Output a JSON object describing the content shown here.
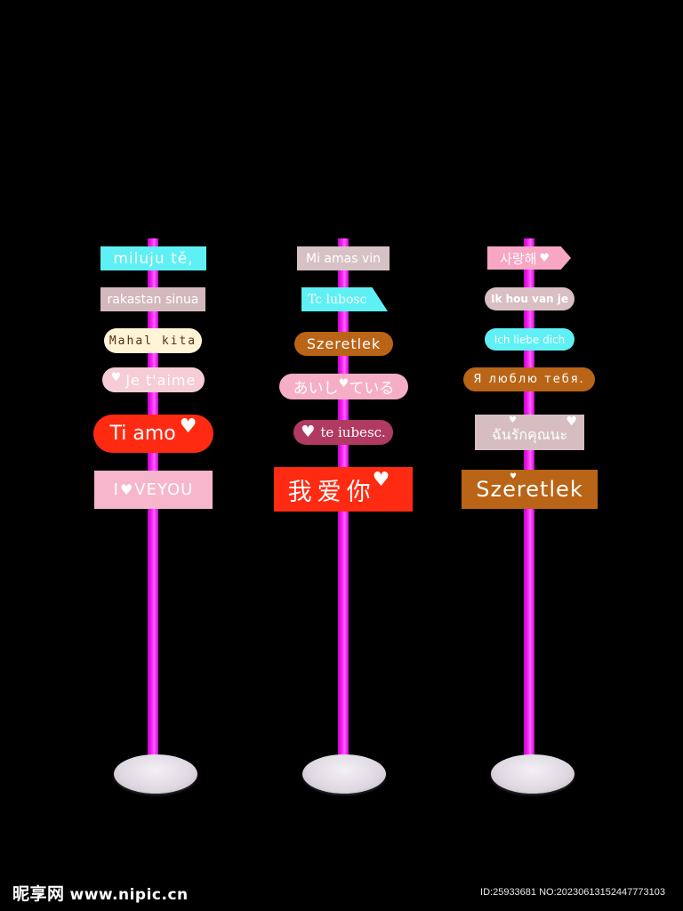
{
  "colors": {
    "background": "#000000",
    "pole": "#ff22ff",
    "base": "#e2dce6"
  },
  "signs": {
    "left": [
      {
        "text": "miluju tě,",
        "bg": "#5ef0f4",
        "fg": "#ffffff"
      },
      {
        "text": "rakastan sinua",
        "bg": "#d3b8bd",
        "fg": "#ffffff"
      },
      {
        "text": "Mahal kita",
        "bg": "#fff4d6",
        "fg": "#5a2d10"
      },
      {
        "text": "Je t'aime",
        "bg": "#f6ccd7",
        "fg": "#ffffff"
      },
      {
        "text": "Ti amo",
        "bg": "#ff2a12",
        "fg": "#ffffff"
      },
      {
        "text": "I",
        "text2": "VEYOU",
        "bg": "#f7b6cc",
        "fg": "#ffffff"
      }
    ],
    "middle": [
      {
        "text": "Mi amas vin",
        "bg": "#d6c1c5",
        "fg": "#ffffff"
      },
      {
        "text": "Tc lubosc",
        "bg": "#5ef0f4",
        "fg": "#ffffff"
      },
      {
        "text": "Szeretlek",
        "bg": "#b96416",
        "fg": "#ffffff"
      },
      {
        "text": "あいし",
        "text2": "ている",
        "bg": "#f5aec6",
        "fg": "#ffffff"
      },
      {
        "text": "te iubesc.",
        "bg": "#b03a62",
        "fg": "#ffffff"
      },
      {
        "text": "我爱你",
        "bg": "#ff2a12",
        "fg": "#ffffff"
      }
    ],
    "right": [
      {
        "text": "사랑해",
        "bg": "#f7a6c4",
        "fg": "#ffffff"
      },
      {
        "text": "Ik hou van je",
        "bg": "#d9bec2",
        "fg": "#ffffff"
      },
      {
        "text": "Ich liebe dich",
        "bg": "#5ef0f4",
        "fg": "#ffffff"
      },
      {
        "text": "Я люблю тебя.",
        "bg": "#b96416",
        "fg": "#ffffff"
      },
      {
        "text": "ฉันรักคุณนะ",
        "bg": "#d6bec0",
        "fg": "#ffffff"
      },
      {
        "text": "Szeretlek",
        "bg": "#b96416",
        "fg": "#ffffff"
      }
    ]
  },
  "watermark": {
    "logo": "昵享网",
    "url": "www.nipic.cn",
    "id_line": "ID:25933681 NO:20230613152447773103"
  }
}
